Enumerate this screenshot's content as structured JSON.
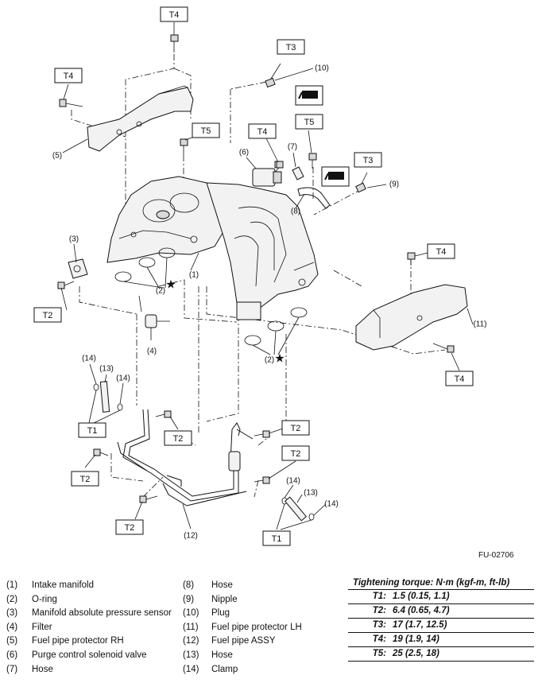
{
  "diagram": {
    "figure_code": "FU-02706",
    "torque_callouts": [
      {
        "id": "t4-top",
        "label": "T4"
      },
      {
        "id": "t3-top",
        "label": "T3"
      },
      {
        "id": "t4-left",
        "label": "T4"
      },
      {
        "id": "t5-left",
        "label": "T5"
      },
      {
        "id": "t4-mid",
        "label": "T4"
      },
      {
        "id": "t5-right",
        "label": "T5"
      },
      {
        "id": "t3-right",
        "label": "T3"
      },
      {
        "id": "t4-protector",
        "label": "T4"
      },
      {
        "id": "t2-left",
        "label": "T2"
      },
      {
        "id": "t4-bottom-right",
        "label": "T4"
      },
      {
        "id": "t1-left",
        "label": "T1"
      },
      {
        "id": "t2-mid",
        "label": "T2"
      },
      {
        "id": "t2-right-top",
        "label": "T2"
      },
      {
        "id": "t2-right",
        "label": "T2"
      },
      {
        "id": "t2-lower-left",
        "label": "T2"
      },
      {
        "id": "t2-bottom",
        "label": "T2"
      },
      {
        "id": "t1-bottom",
        "label": "T1"
      }
    ],
    "part_callouts": [
      {
        "id": "c10",
        "label": "(10)"
      },
      {
        "id": "c5",
        "label": "(5)"
      },
      {
        "id": "c6",
        "label": "(6)"
      },
      {
        "id": "c7",
        "label": "(7)"
      },
      {
        "id": "c9",
        "label": "(9)"
      },
      {
        "id": "c8",
        "label": "(8)"
      },
      {
        "id": "c3",
        "label": "(3)"
      },
      {
        "id": "c1",
        "label": "(1)"
      },
      {
        "id": "c2a",
        "label": "(2)"
      },
      {
        "id": "c11",
        "label": "(11)"
      },
      {
        "id": "c4",
        "label": "(4)"
      },
      {
        "id": "c2b",
        "label": "(2)"
      },
      {
        "id": "c14a",
        "label": "(14)"
      },
      {
        "id": "c13a",
        "label": "(13)"
      },
      {
        "id": "c14b",
        "label": "(14)"
      },
      {
        "id": "c14c",
        "label": "(14)"
      },
      {
        "id": "c13b",
        "label": "(13)"
      },
      {
        "id": "c14d",
        "label": "(14)"
      },
      {
        "id": "c12",
        "label": "(12)"
      }
    ]
  },
  "legend": {
    "left": [
      {
        "num": "(1)",
        "name": "Intake manifold"
      },
      {
        "num": "(2)",
        "name": "O-ring"
      },
      {
        "num": "(3)",
        "name": "Manifold absolute pressure sensor"
      },
      {
        "num": "(4)",
        "name": "Filter"
      },
      {
        "num": "(5)",
        "name": "Fuel pipe protector RH"
      },
      {
        "num": "(6)",
        "name": "Purge control solenoid valve"
      },
      {
        "num": "(7)",
        "name": "Hose"
      }
    ],
    "middle": [
      {
        "num": "(8)",
        "name": "Hose"
      },
      {
        "num": "(9)",
        "name": "Nipple"
      },
      {
        "num": "(10)",
        "name": "Plug"
      },
      {
        "num": "(11)",
        "name": "Fuel pipe protector LH"
      },
      {
        "num": "(12)",
        "name": "Fuel pipe ASSY"
      },
      {
        "num": "(13)",
        "name": "Hose"
      },
      {
        "num": "(14)",
        "name": "Clamp"
      }
    ]
  },
  "torque": {
    "title": "Tightening torque: N·m (kgf-m, ft-lb)",
    "rows": [
      {
        "key": "T1:",
        "value": "1.5 (0.15, 1.1)"
      },
      {
        "key": "T2:",
        "value": "6.4 (0.65, 4.7)"
      },
      {
        "key": "T3:",
        "value": "17 (1.7, 12.5)"
      },
      {
        "key": "T4:",
        "value": "19 (1.9, 14)"
      },
      {
        "key": "T5:",
        "value": "25 (2.5, 18)"
      }
    ]
  }
}
